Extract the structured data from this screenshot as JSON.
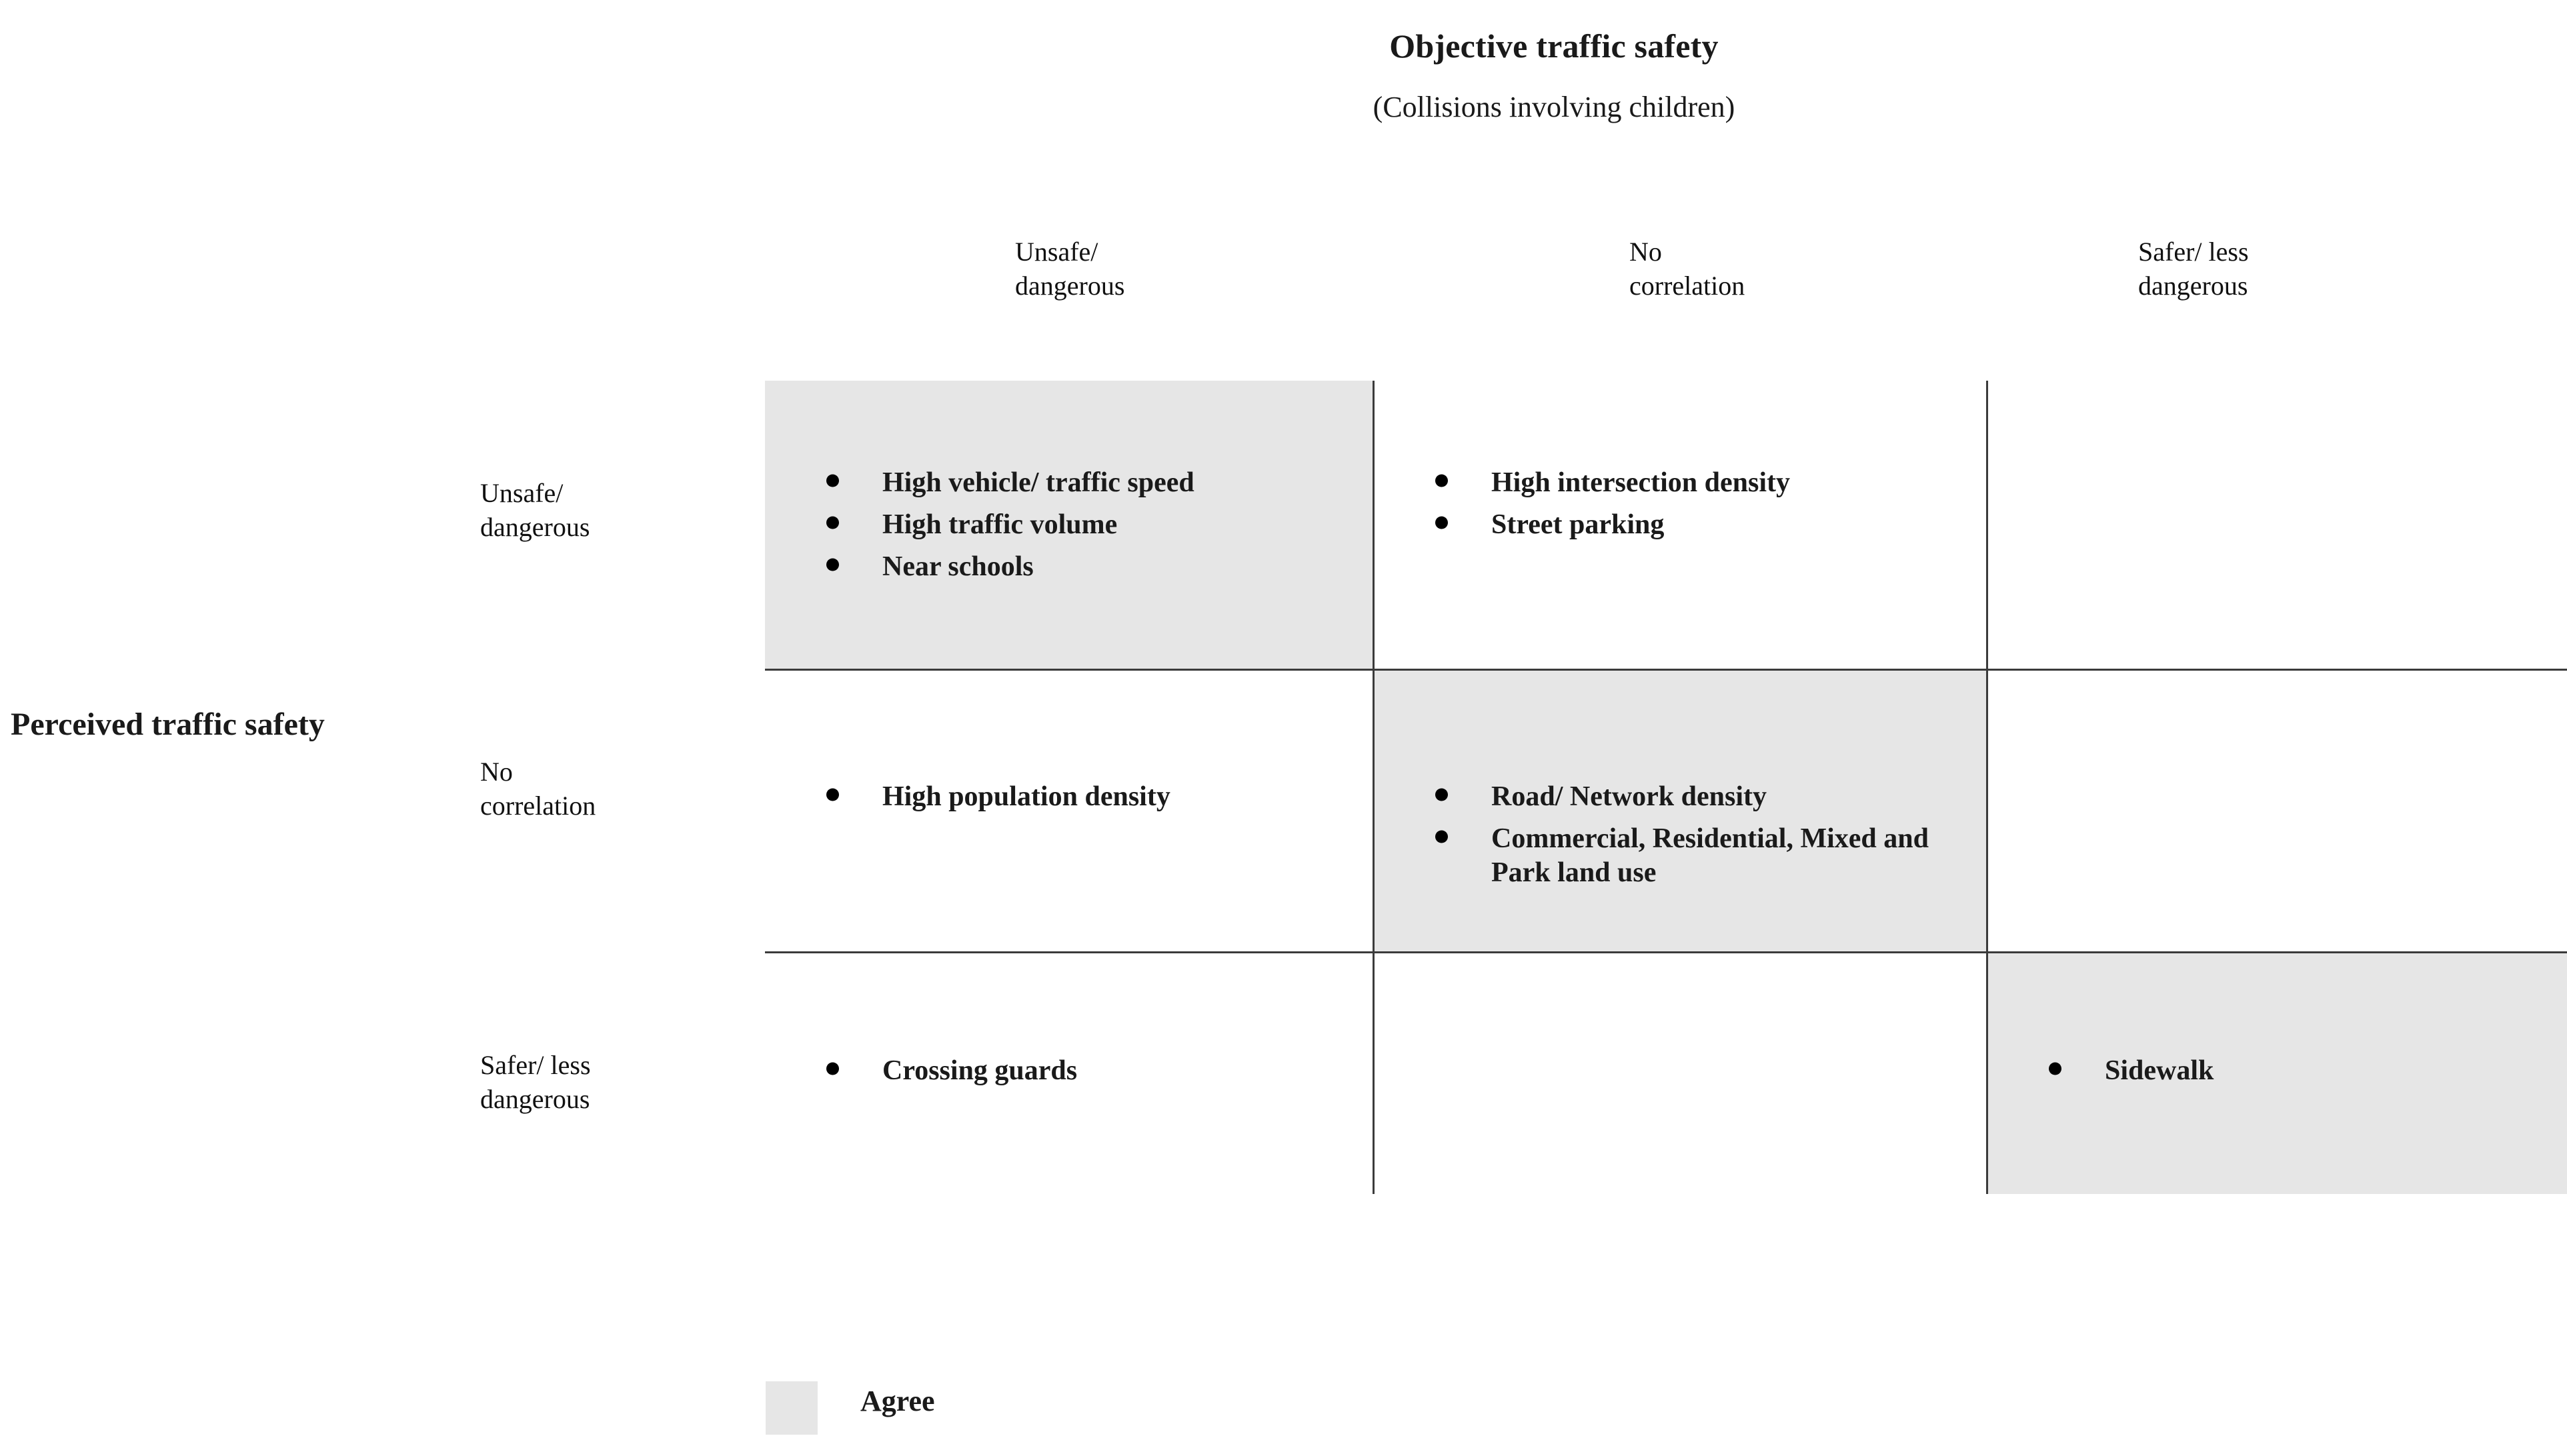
{
  "chart_data": {
    "type": "table",
    "title": "Objective traffic safety",
    "subtitle": "(Collisions involving children)",
    "xlabel": "Objective traffic safety",
    "ylabel": "Perceived traffic safety",
    "categories": [
      "Unsafe/ dangerous",
      "No correlation",
      "Safer/ less dangerous"
    ],
    "row_categories": [
      "Unsafe/ dangerous",
      "No correlation",
      "Safer/ less dangerous"
    ],
    "legend": [
      {
        "label": "Agree",
        "color": "#e6e6e6"
      }
    ],
    "cells": [
      [
        {
          "shaded": true,
          "items": [
            "High vehicle/ traffic speed",
            "High traffic volume",
            "Near schools"
          ]
        },
        {
          "shaded": false,
          "items": [
            "High intersection density",
            "Street parking"
          ]
        },
        {
          "shaded": false,
          "items": []
        }
      ],
      [
        {
          "shaded": false,
          "items": [
            "High population density"
          ]
        },
        {
          "shaded": true,
          "items": [
            "Road/ Network density",
            "Commercial, Residential, Mixed and Park land use"
          ]
        },
        {
          "shaded": false,
          "items": []
        }
      ],
      [
        {
          "shaded": false,
          "items": [
            "Crossing guards"
          ]
        },
        {
          "shaded": false,
          "items": []
        },
        {
          "shaded": true,
          "items": [
            "Sidewalk"
          ]
        }
      ]
    ]
  },
  "header": {
    "title": "Objective traffic safety",
    "subtitle": "(Collisions involving children)"
  },
  "columns": [
    {
      "label": "Unsafe/\ndangerous"
    },
    {
      "label": "No\ncorrelation"
    },
    {
      "label": "Safer/ less\ndangerous"
    }
  ],
  "rows_axis": {
    "title": "Perceived traffic safety"
  },
  "rows": [
    {
      "label": "Unsafe/\ndangerous"
    },
    {
      "label": "No\ncorrelation"
    },
    {
      "label": "Safer/ less\ndangerous"
    }
  ],
  "matrix": {
    "r0c0": [
      "High vehicle/ traffic speed",
      "High traffic volume",
      "Near schools"
    ],
    "r0c1": [
      "High intersection density",
      "Street parking"
    ],
    "r1c0": [
      "High population density"
    ],
    "r1c1": [
      "Road/ Network density",
      "Commercial, Residential, Mixed and Park land use"
    ],
    "r2c0": [
      "Crossing guards"
    ],
    "r2c2": [
      "Sidewalk"
    ]
  },
  "legend": {
    "label": "Agree",
    "swatch_color": "#e6e6e6"
  }
}
